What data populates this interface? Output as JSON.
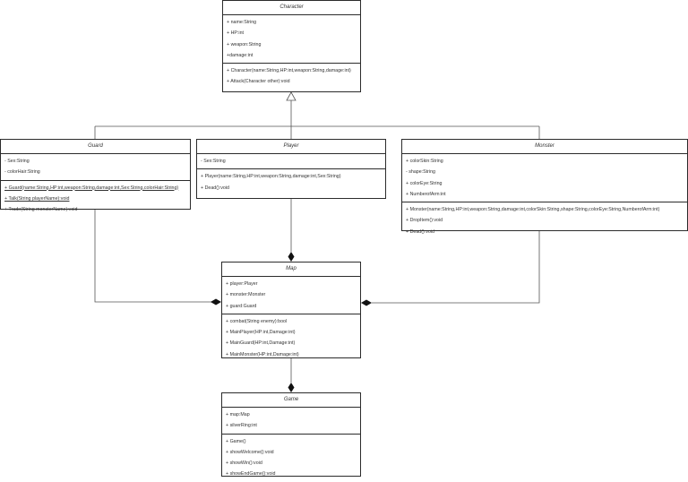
{
  "classes": {
    "character": {
      "name": "Character",
      "attrs": [
        "+ name:String",
        "+ HP:int",
        "+ weapon:String",
        "+damage:int"
      ],
      "methods": [
        "+ Character(name:String,HP:int,weapon:String,damage:int)",
        "+ Attack(Character other):void"
      ]
    },
    "guard": {
      "name": "Guard",
      "attrs": [
        "- Sex:String",
        "- colorHair:String"
      ],
      "methods": [
        "+ Guard(name:String,HP:int,weapon:String,damage:int,Sex:String,colorHair:String)",
        "+ Talk(String playerName):void",
        "+ Trade(String monsterName):void"
      ]
    },
    "player": {
      "name": "Player",
      "attrs": [
        "- Sex:String"
      ],
      "methods": [
        "+ Player(name:String,HP:int,weapon:String,damage:int,Sex:String)",
        "+ Dead():void"
      ]
    },
    "monster": {
      "name": "Monster",
      "attrs": [
        "+ colorSkin:String",
        "- shape:String",
        "+ colorEye:String",
        "+ NumberofArm:int"
      ],
      "methods": [
        "+ Monster(name:String,HP:int,weapon:String,damage:int,colorSkin:String,shape:String,colorEye:String,NumberofArm:int)",
        "+ DropItem():void",
        "+ Dead():void"
      ]
    },
    "map": {
      "name": "Map",
      "attrs": [
        "+ player:Player",
        "+ monster:Monster",
        "+ guard:Guard"
      ],
      "methods": [
        "+ combat(String enemy):bool",
        "+ MainPlayer(HP:int,Damage:int)",
        "+ MainGuard(HP:int,Damage:int)",
        "+ MainMonster(HP:int,Damage:int)"
      ]
    },
    "game": {
      "name": "Game",
      "attrs": [
        "+ map:Map",
        "+ silverRing:int"
      ],
      "methods": [
        "+ Game()",
        "+ showWelcome():void",
        "+ showWin():void",
        "+ showEndGame():void"
      ]
    }
  },
  "colors": {
    "line": "#2b2b2b",
    "text": "#333333"
  }
}
